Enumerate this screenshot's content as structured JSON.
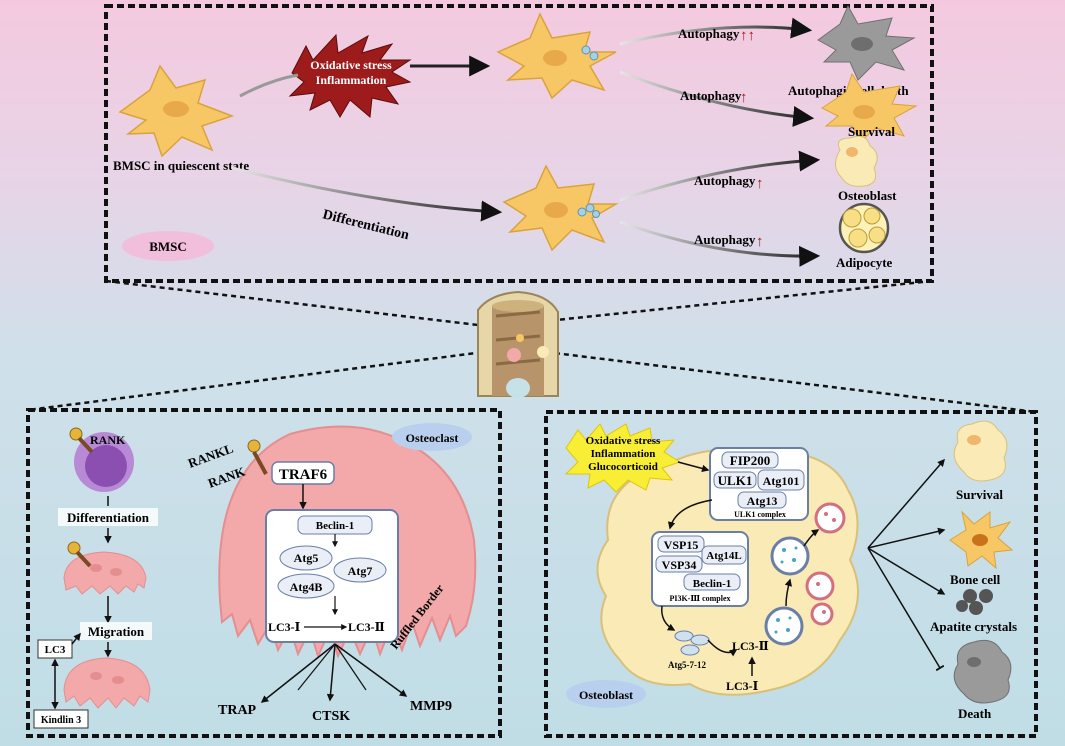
{
  "bmsc_panel": {
    "start_label": "BMSC in quiescent state",
    "stress_line1": "Oxidative stress",
    "stress_line2": "Inflammation",
    "differentiation": "Differentiation",
    "badge": "BMSC",
    "autophagy": "Autophagy",
    "outcomes": {
      "death": "Autophagic cell death",
      "survival": "Survival",
      "osteoblast": "Osteoblast",
      "adipocyte": "Adipocyte"
    }
  },
  "osteoclast_panel": {
    "badge": "Osteoclast",
    "rank": "RANK",
    "rankl": "RANKL",
    "differentiation": "Differentiation",
    "migration": "Migration",
    "lc3": "LC3",
    "kindlin": "Kindlin 3",
    "traf6": "TRAF6",
    "beclin": "Beclin-1",
    "atg5": "Atg5",
    "atg7": "Atg7",
    "atg4b": "Atg4B",
    "lc3_1": "LC3-Ⅰ",
    "lc3_2": "LC3-Ⅱ",
    "ruffled": "Ruffled Border",
    "products": {
      "trap": "TRAP",
      "ctsk": "CTSK",
      "mmp9": "MMP9"
    }
  },
  "osteoblast_panel": {
    "badge": "Osteoblast",
    "stress_line1": "Oxidative stress",
    "stress_line2": "Inflammation",
    "stress_line3": "Glucocorticoid",
    "fip200": "FIP200",
    "ulk1": "ULK1",
    "atg101": "Atg101",
    "atg13": "Atg13",
    "ulk1_complex": "ULK1 complex",
    "vsp15": "VSP15",
    "vsp34": "VSP34",
    "atg14l": "Atg14L",
    "beclin": "Beclin-1",
    "pi3k": "PI3K-Ⅲ complex",
    "atg5712": "Atg5-7-12",
    "lc3_2": "LC3-Ⅱ",
    "lc3_1": "LC3-Ⅰ",
    "outcomes": {
      "survival": "Survival",
      "bone_cell": "Bone cell",
      "apatite": "Apatite crystals",
      "death": "Death"
    }
  },
  "colors": {
    "cell_yellow": "#f7c766",
    "osteoclast_pink": "#f3a9aa",
    "osteoblast_cream": "#faeab6",
    "stress_red": "#9e1b1b",
    "stress_yellow": "#f8ee36",
    "rank_purple": "#b88ad6",
    "badge_bg": "#b8d0ee"
  }
}
